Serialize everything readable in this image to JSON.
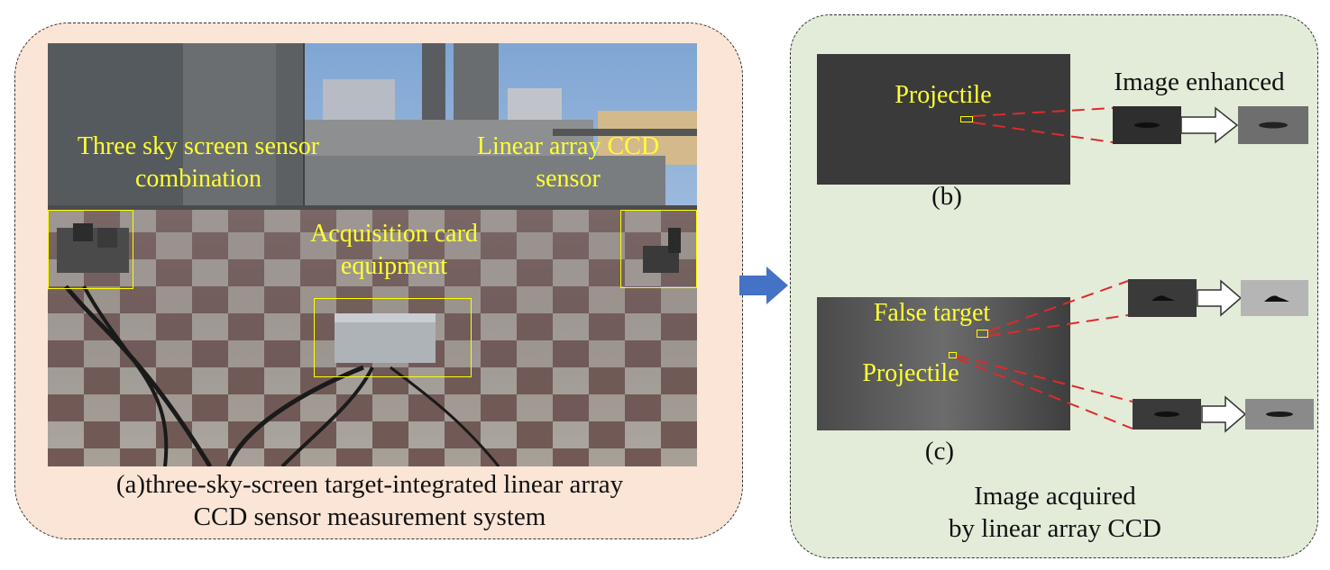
{
  "panel_a": {
    "caption_line1": "(a)three-sky-screen target-integrated linear array",
    "caption_line2": "CCD sensor measurement system",
    "labels": {
      "sky_screen_line1": "Three sky screen sensor",
      "sky_screen_line2": "combination",
      "ccd_line1": "Linear array CCD",
      "ccd_line2": "sensor",
      "acq_line1": "Acquisition card",
      "acq_line2": "equipment"
    }
  },
  "panel_b": {
    "projectile_label": "Projectile",
    "enhanced_label": "Image enhanced",
    "sub_b": "(b)",
    "false_target_label": "False target",
    "projectile_label_c": "Projectile",
    "sub_c": "(c)",
    "caption_line1": "Image acquired",
    "caption_line2": "by linear array CCD"
  },
  "colors": {
    "panel_a_bg": "#fbe5d6",
    "panel_b_bg": "#e2ecd9",
    "label_yellow": "#ffff33",
    "arrow_blue": "#4472c4",
    "zoom_lines_red": "#e0292b"
  }
}
